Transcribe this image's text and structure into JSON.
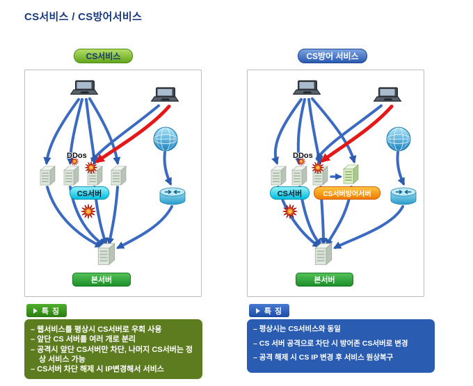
{
  "page": {
    "title": "CS서비스 / CS방어서비스"
  },
  "left": {
    "header_badge": "CS서비스",
    "diagram": {
      "ddos": "DDos",
      "cs_server": "CS서버",
      "main_server": "본서버"
    },
    "features_title": "특 징",
    "features": [
      "– 웹서비스를 평상시 CS서버로 우회 사용",
      "– 앞단 CS 서버를 여러 개로 분리",
      "– 공격시 앞단 CS서버만 차단, 나머지 CS서버는 정상 서비스 가능",
      "– CS서버 차단 해제 시 IP변경해서 서비스"
    ]
  },
  "right": {
    "header_badge": "CS방어 서비스",
    "diagram": {
      "ddos": "DDos",
      "cs_server": "CS서버",
      "defense_server": "CS서버방어서버",
      "main_server": "본서버"
    },
    "features_title": "특 징",
    "features": [
      "– 평상시는 CS서비스와 동일",
      "– CS 서버 공격으로 차단 시 방어존 CS서버로 변경",
      "– 공격 해제 시 CS IP 변경 후  서비스 원상복구"
    ]
  },
  "colors": {
    "title_navy": "#17397b",
    "green_service_badge": "#63a51c",
    "blue_service_badge": "#2a5ab2",
    "cs_server_cyan": "#00bede",
    "defense_server_orange": "#f07c00",
    "main_server_green": "#1d8f2a",
    "left_feature_bg": "#5d7c20",
    "right_feature_bg": "#2a5cb2",
    "attack_arrow_red": "#e41818",
    "traffic_arrow_blue": "#3b6ac0"
  }
}
